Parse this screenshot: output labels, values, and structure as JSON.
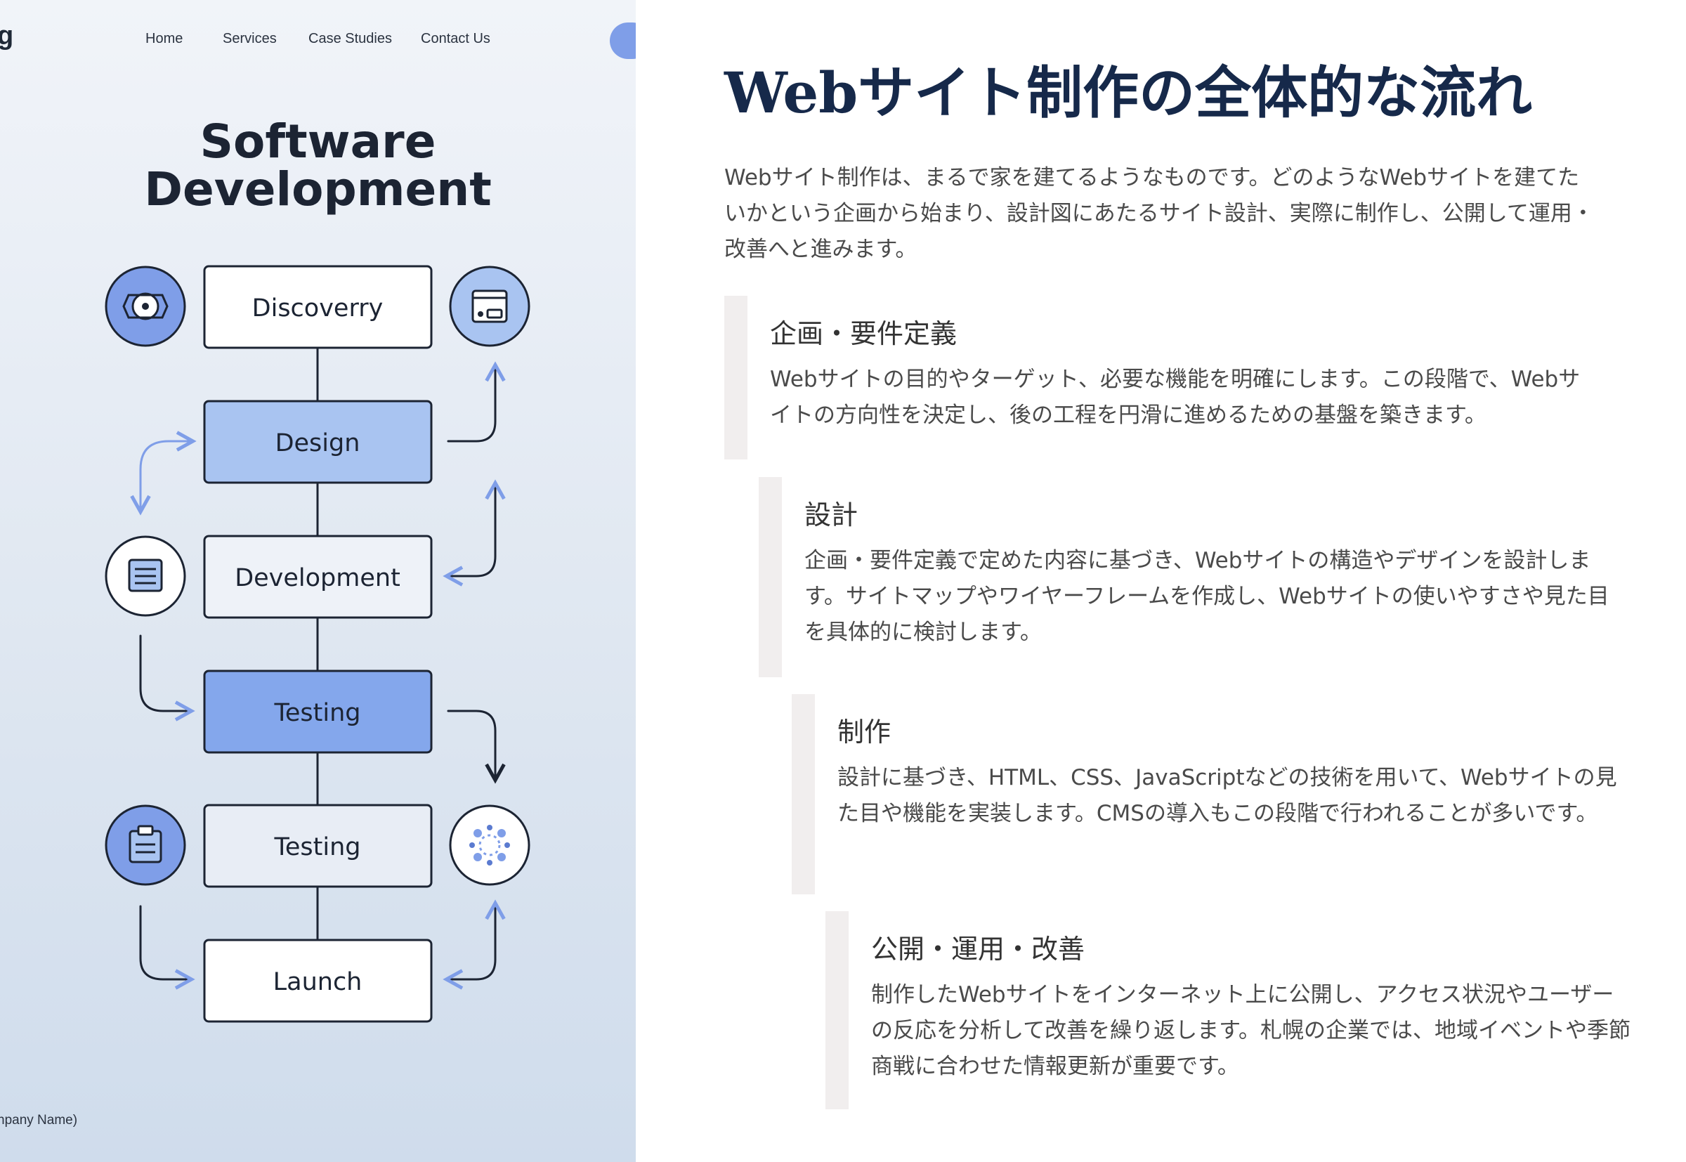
{
  "left_panel": {
    "brand_fragment": "g",
    "nav": [
      "Home",
      "Services",
      "Case Studies",
      "Contact Us"
    ],
    "title_line1": "Software",
    "title_line2": "Development",
    "stages": [
      "Discoverry",
      "Design",
      "Development",
      "Testing",
      "Testing",
      "Launch"
    ],
    "footer_fragment": "npany Name)",
    "colors": {
      "stage_white": "#ffffff",
      "stage_light_blue": "#a9c4f1",
      "stage_mid_blue": "#84a7ec",
      "stage_pale": "#eef2f8",
      "icon_blue": "#7f9ee8",
      "arrow": "#7f9ee8",
      "outline": "#1c2433"
    },
    "icons": [
      "target-gear-icon",
      "browser-window-icon",
      "document-list-icon",
      "clipboard-icon",
      "network-dots-icon"
    ]
  },
  "article": {
    "title": "Webサイト制作の全体的な流れ",
    "intro": "Webサイト制作は、まるで家を建てるようなものです。どのようなWebサイトを建てたいかという企画から始まり、設計図にあたるサイト設計、実際に制作し、公開して運用・改善へと進みます。",
    "steps": [
      {
        "title": "企画・要件定義",
        "body": "Webサイトの目的やターゲット、必要な機能を明確にします。この段階で、Webサイトの方向性を決定し、後の工程を円滑に進めるための基盤を築きます。"
      },
      {
        "title": "設計",
        "body": "企画・要件定義で定めた内容に基づき、Webサイトの構造やデザインを設計します。サイトマップやワイヤーフレームを作成し、Webサイトの使いやすさや見た目を具体的に検討します。"
      },
      {
        "title": "制作",
        "body": "設計に基づき、HTML、CSS、JavaScriptなどの技術を用いて、Webサイトの見た目や機能を実装します。CMSの導入もこの段階で行われることが多いです。"
      },
      {
        "title": "公開・運用・改善",
        "body": "制作したWebサイトをインターネット上に公開し、アクセス状況やユーザーの反応を分析して改善を繰り返します。札幌の企業では、地域イベントや季節商戦に合わせた情報更新が重要です。"
      }
    ],
    "colors": {
      "title": "#16294a",
      "text": "#4a4a4a",
      "step_bar": "#f1eeee"
    }
  }
}
